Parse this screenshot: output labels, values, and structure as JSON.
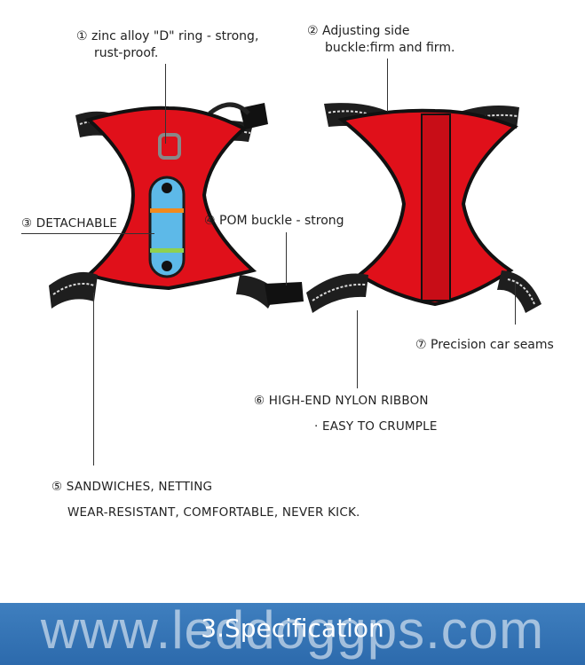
{
  "callouts": {
    "c1": {
      "line1": "① zinc alloy \"D\" ring - strong,",
      "line2": "rust-proof."
    },
    "c2": {
      "line1": "② Adjusting side",
      "line2": "buckle:firm and firm."
    },
    "c3": {
      "text": "③ DETACHABLE"
    },
    "c4": {
      "text": "④ POM buckle - strong"
    },
    "c5": {
      "line1": "⑤ SANDWICHES, NETTING",
      "line2": "WEAR-RESISTANT, COMFORTABLE, NEVER KICK."
    },
    "c6": {
      "line1": "⑥ HIGH-END NYLON RIBBON",
      "line2": "· EASY TO CRUMPLE"
    },
    "c7": {
      "text": "⑦ Precision car seams"
    }
  },
  "footer": {
    "title": "3.Specification",
    "watermark": "www.leddoggps.com"
  },
  "colors": {
    "harness_red": "#e0101a",
    "strap_black": "#1e1e1e",
    "reflective": "#d9d9d9",
    "light_blue": "#5db9e8",
    "footer_blue": "#3574b5"
  }
}
